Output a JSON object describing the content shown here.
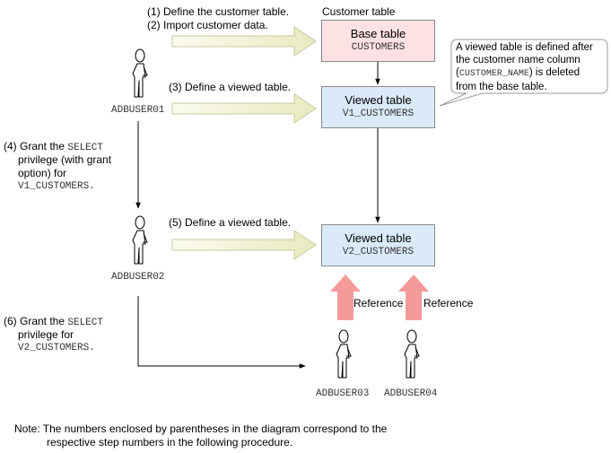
{
  "steps": {
    "s1": "(1) Define the customer table.",
    "s2": "(2) Import customer data.",
    "s3": "(3) Define a viewed table.",
    "s4_a": "(4) Grant the ",
    "s4_code": "SELECT",
    "s4_b": "privilege (with grant",
    "s4_c": "option) for",
    "s4_d": "V1_CUSTOMERS.",
    "s5": "(5) Define a viewed table.",
    "s6_a": "(6) Grant the ",
    "s6_code": "SELECT",
    "s6_b": "privilege for",
    "s6_c": "V2_CUSTOMERS."
  },
  "customer_table_label": "Customer table",
  "base_table": {
    "title": "Base table",
    "name": "CUSTOMERS"
  },
  "viewed_table_1": {
    "title": "Viewed table",
    "name": "V1_CUSTOMERS"
  },
  "viewed_table_2": {
    "title": "Viewed table",
    "name": "V2_CUSTOMERS"
  },
  "callout": {
    "line1": "A viewed table is defined after",
    "line2": "the customer name column",
    "line3_open": "(",
    "line3_code": "CUSTOMER_NAME",
    "line3_rest": ") is deleted",
    "line4": "from the base table."
  },
  "users": {
    "u1": "ADBUSER01",
    "u2": "ADBUSER02",
    "u3": "ADBUSER03",
    "u4": "ADBUSER04"
  },
  "reference_left": "Reference",
  "reference_right": "Reference",
  "note": {
    "line1": "Note:  The numbers enclosed by parentheses in the diagram correspond to the",
    "line2": "respective step numbers in the following procedure."
  },
  "colors": {
    "base_fill": "#fde1e3",
    "viewed_fill": "#dbeaf8",
    "group_fill": "#f8e6d2",
    "fat_arrow": "#eeeecc",
    "reference_arrow": "#f59a9a"
  },
  "icons": [
    "user-icon"
  ]
}
